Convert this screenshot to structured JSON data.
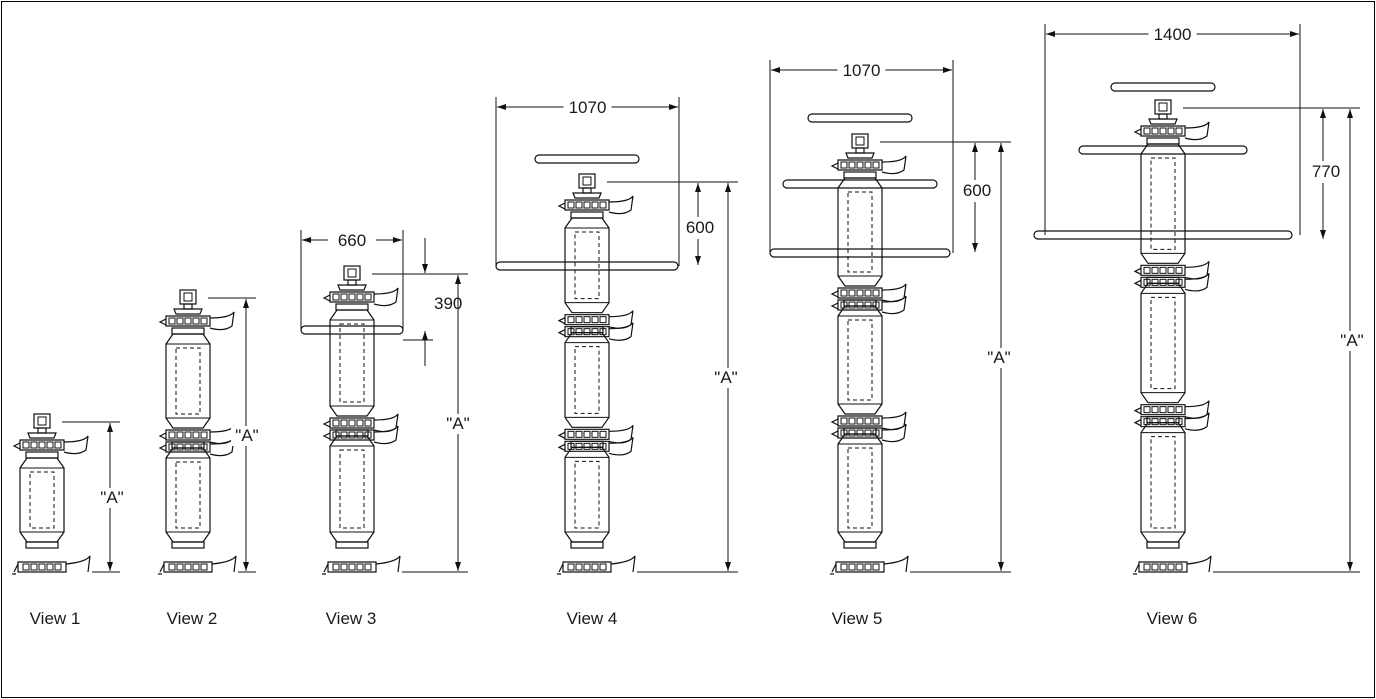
{
  "views": [
    {
      "label": "View 1",
      "height_label": "\"A\"",
      "units": 1,
      "ring_top": null,
      "ring_mid": null,
      "ring_width_label": null,
      "ring_spacing_label": null
    },
    {
      "label": "View 2",
      "height_label": "\"A\"",
      "units": 2,
      "ring_top": null,
      "ring_mid": null,
      "ring_width_label": null,
      "ring_spacing_label": null
    },
    {
      "label": "View 3",
      "height_label": "\"A\"",
      "units": 2,
      "ring_top": null,
      "ring_mid": true,
      "ring_width_label": "660",
      "ring_spacing_label": "390"
    },
    {
      "label": "View 4",
      "height_label": "\"A\"",
      "units": 3,
      "ring_top": true,
      "ring_mid": true,
      "ring_width_label": "1070",
      "ring_spacing_label": "600"
    },
    {
      "label": "View 5",
      "height_label": "\"A\"",
      "units": 3,
      "ring_top": true,
      "ring_mid": true,
      "ring_width_label": "1070",
      "ring_spacing_label": "600"
    },
    {
      "label": "View 6",
      "height_label": "\"A\"",
      "units": 3,
      "ring_top": true,
      "ring_mid": true,
      "ring_width_label": "1400",
      "ring_spacing_label": "770"
    }
  ]
}
